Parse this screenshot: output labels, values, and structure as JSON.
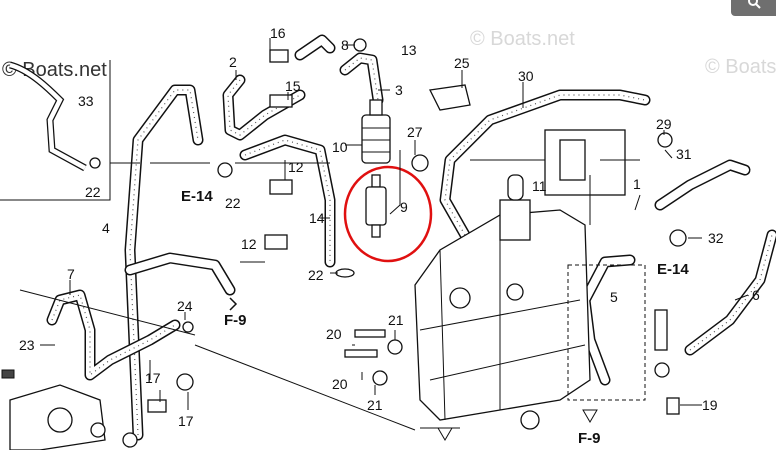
{
  "watermarks": {
    "left": "© Boats.net",
    "right": "© Boats.net",
    "center": "© Boats.net"
  },
  "labels": {
    "p16": "16",
    "p8": "8",
    "p13": "13",
    "p2": "2",
    "p15": "15",
    "p33": "33",
    "p3": "3",
    "p25": "25",
    "p30": "30",
    "p27": "27",
    "p10": "10",
    "p29": "29",
    "p31": "31",
    "p22a": "22",
    "p22b": "22",
    "p12a": "12",
    "p9": "9",
    "p11": "11",
    "p1": "1",
    "p4": "4",
    "p14": "14",
    "p12b": "12",
    "p32": "32",
    "p22c": "22",
    "p6": "6",
    "p7": "7",
    "p24": "24",
    "p21a": "21",
    "p20a": "20",
    "p23": "23",
    "p20b": "20",
    "p21b": "21",
    "p17a": "17",
    "p17b": "17",
    "p19": "19",
    "p5": "5"
  },
  "references": {
    "e14a": "E-14",
    "e14b": "E-14",
    "f9a": "F-9",
    "f9b": "F-9"
  },
  "highlight": {
    "part": "9",
    "color": "#e01010"
  },
  "search_button": {
    "icon": "magnifier-icon"
  }
}
